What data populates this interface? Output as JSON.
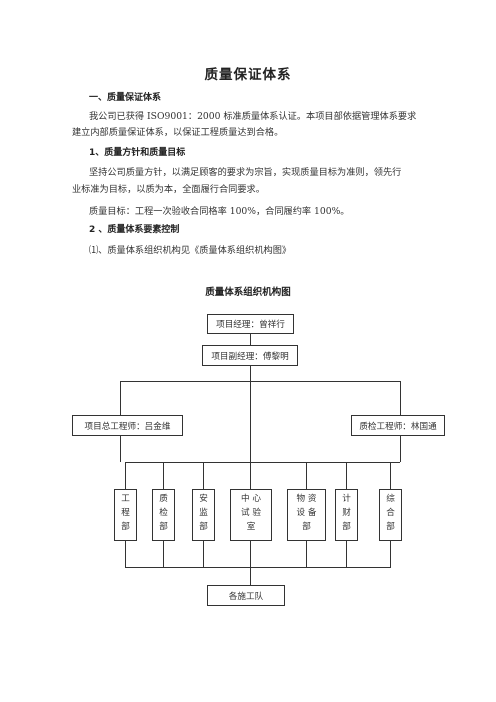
{
  "doc": {
    "title": "质量保证体系",
    "section1": "一、质量保证体系",
    "para1_l1": "我公司已获得 ISO9001：2000 标准质量体系认证。本项目部依据管理体系要求",
    "para1_l2": "建立内部质量保证体系，以保证工程质量达到合格。",
    "section1_1": "1、质量方针和质量目标",
    "para2_l1": "坚持公司质量方针，以满足顾客的要求为宗旨，实现质量目标为准则，领先行",
    "para2_l2": "业标准为目标，以质为本，全面履行合同要求。",
    "para3": "质量目标：工程一次验收合同格率 100%，合同履约率 100%。",
    "section1_2": "2 、质量体系要素控制",
    "para4": "⑴、质量体系组织机构见《质量体系组织机构图》"
  },
  "org_chart": {
    "title": "质量体系组织机构图",
    "pm": "项目经理：曾祥行",
    "deputy": "项目副经理：傅黎明",
    "chief_engineer": "项目总工程师：吕金维",
    "qc_engineer": "质检工程师：林国通",
    "departments": [
      {
        "line1": "工",
        "line2": "程",
        "line3": "部"
      },
      {
        "line1": "质",
        "line2": "检",
        "line3": "部"
      },
      {
        "line1": "安",
        "line2": "监",
        "line3": "部"
      },
      {
        "line1": "中 心",
        "line2": "试 验",
        "line3": "室"
      },
      {
        "line1": "物 资",
        "line2": "设 备",
        "line3": "部"
      },
      {
        "line1": "计",
        "line2": "财",
        "line3": "部"
      },
      {
        "line1": "综",
        "line2": "合",
        "line3": "部"
      }
    ],
    "teams": "各施工队"
  }
}
